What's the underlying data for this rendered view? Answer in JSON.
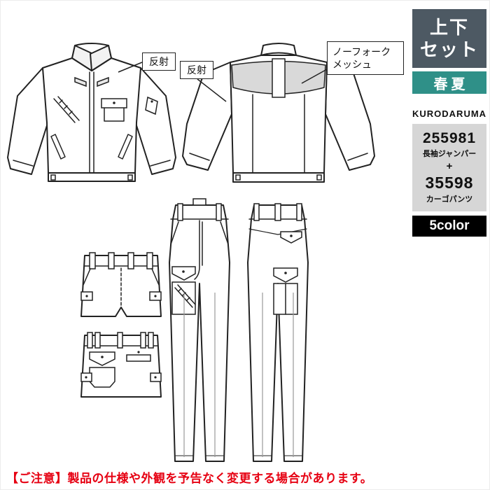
{
  "callouts": {
    "reflect1": "反射",
    "reflect2": "反射",
    "norfolk_lines": [
      "ノーフォーク",
      "メッシュ"
    ]
  },
  "sidebar": {
    "set_lines": [
      "上下",
      "セット"
    ],
    "season": "春夏",
    "brand": "KURODARUMA",
    "jacket_code": "255981",
    "jacket_name": "長袖ジャンパー",
    "plus": "+",
    "pants_code": "35598",
    "pants_name": "カーゴパンツ",
    "color_count": "5color"
  },
  "notice": "【ご注意】製品の仕様や外観を予告なく変更する場合があります。",
  "illustrations": [
    "jacket-front-line-art",
    "jacket-back-line-art",
    "pants-front-line-art",
    "pants-back-line-art",
    "waist-front-detail",
    "waist-back-detail"
  ],
  "palette": {
    "set_bg": "#4d5963",
    "season_bg": "#2f9088",
    "code_bg": "#d6d6d6",
    "color_bg": "#000000",
    "notice_red": "#e60012"
  }
}
